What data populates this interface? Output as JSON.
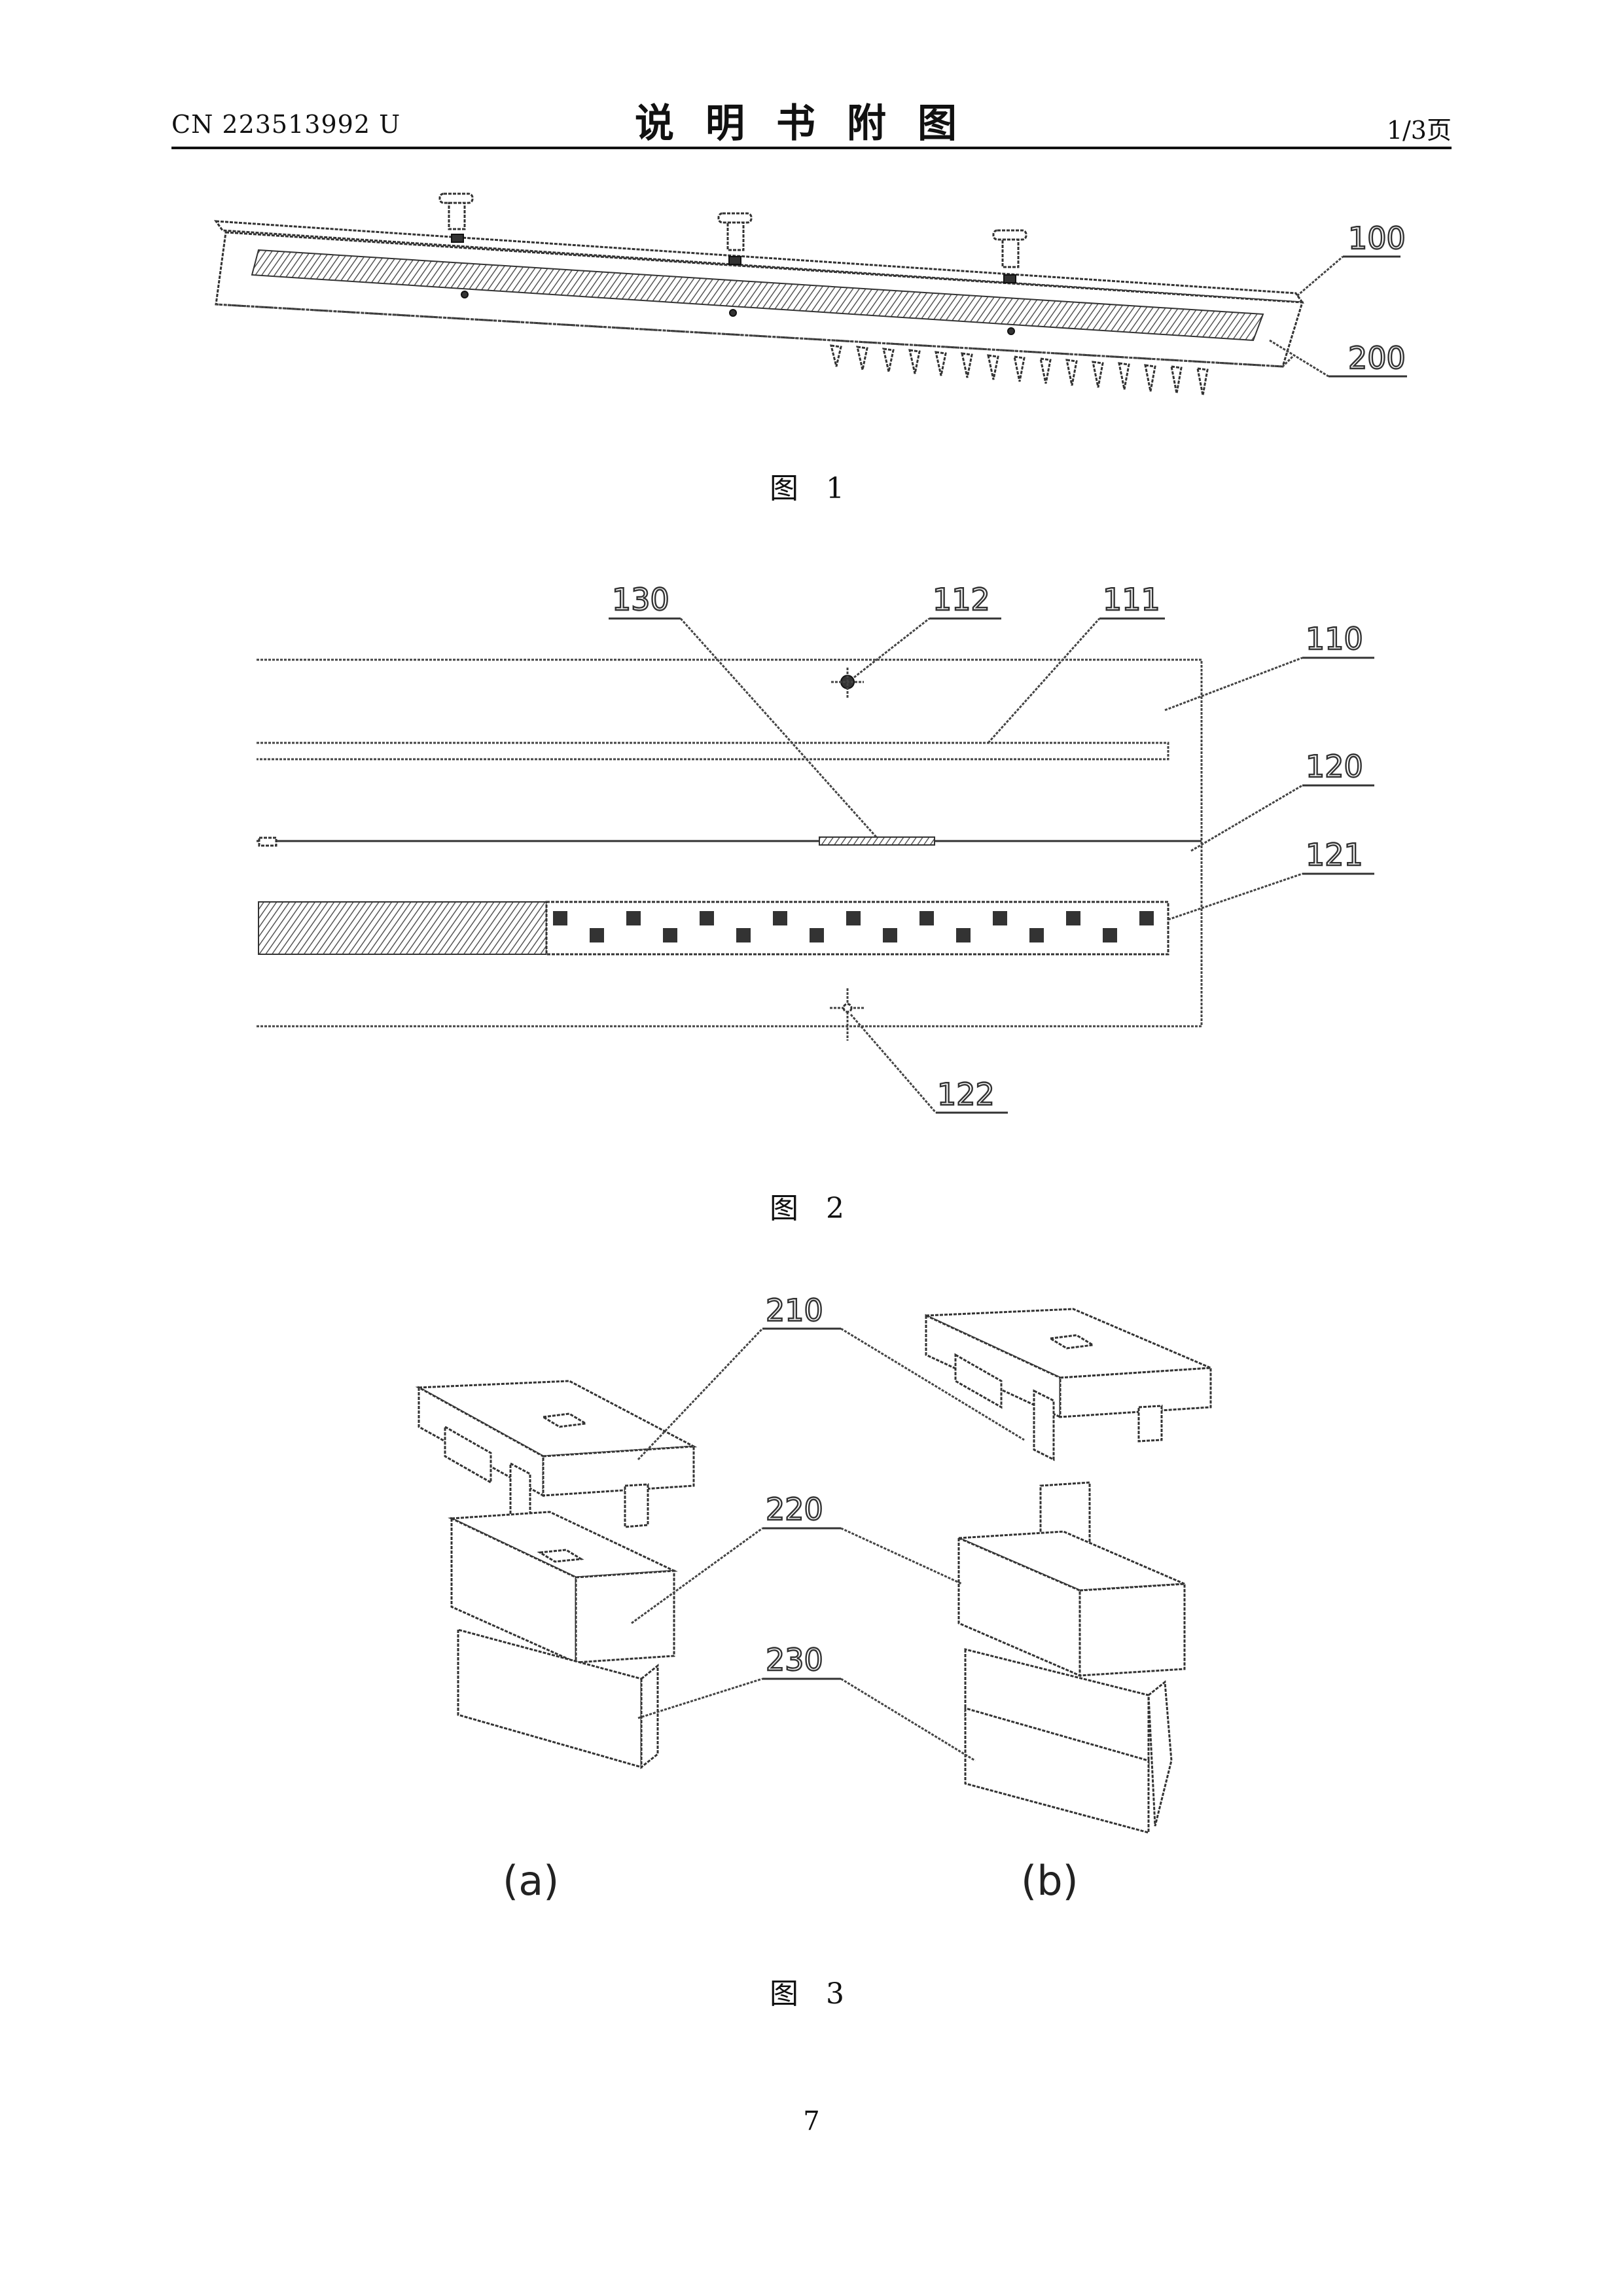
{
  "header": {
    "doc_number": "CN 223513992 U",
    "title": "说明书附图",
    "page_of": "1/3页"
  },
  "figures": [
    {
      "caption": "图 1",
      "labels": [
        "100",
        "200"
      ]
    },
    {
      "caption": "图 2",
      "labels": [
        "130",
        "112",
        "111",
        "110",
        "120",
        "121",
        "122"
      ]
    },
    {
      "caption": "图 3",
      "labels": [
        "210",
        "220",
        "230"
      ],
      "subfigures": [
        "(a)",
        "(b)"
      ]
    }
  ],
  "page_number": "7"
}
